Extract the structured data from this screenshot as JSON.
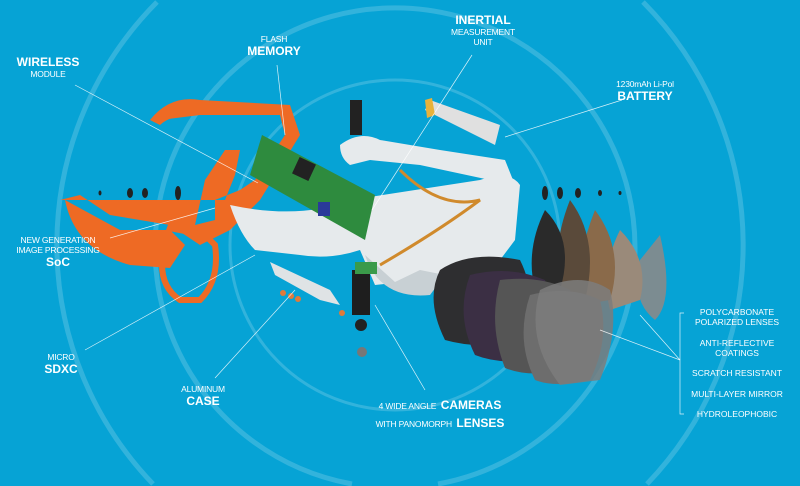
{
  "colors": {
    "background": "#06a3d5",
    "orange_frame": "#ee6a24",
    "white_frame": "#e8ecee",
    "pcb": "#2e8b3e"
  },
  "labels": {
    "wireless": {
      "bold": "WIRELESS",
      "small": "MODULE"
    },
    "flash": {
      "small": "FLASH",
      "bold": "MEMORY"
    },
    "inertial": {
      "bold": "INERTIAL",
      "small1": "MEASUREMENT",
      "small2": "UNIT"
    },
    "battery": {
      "small": "1230mAh Li-Pol",
      "bold": "BATTERY"
    },
    "soc": {
      "small1": "NEW GENERATION",
      "small2": "IMAGE PROCESSING",
      "bold": "SoC"
    },
    "sdxc": {
      "small": "MICRO",
      "bold": "SDXC"
    },
    "case": {
      "small": "ALUMINUM",
      "bold": "CASE"
    },
    "cameras": {
      "small1": "4 WIDE ANGLE",
      "bold1": "CAMERAS",
      "small2": "WITH PANOMORPH",
      "bold2": "LENSES"
    }
  },
  "lens_features": [
    "POLYCARBONATE",
    "POLARIZED LENSES",
    "ANTI-REFLECTIVE",
    "COATINGS",
    "SCRATCH RESISTANT",
    "MULTI-LAYER MIRROR",
    "HYDROLEOPHOBIC"
  ]
}
